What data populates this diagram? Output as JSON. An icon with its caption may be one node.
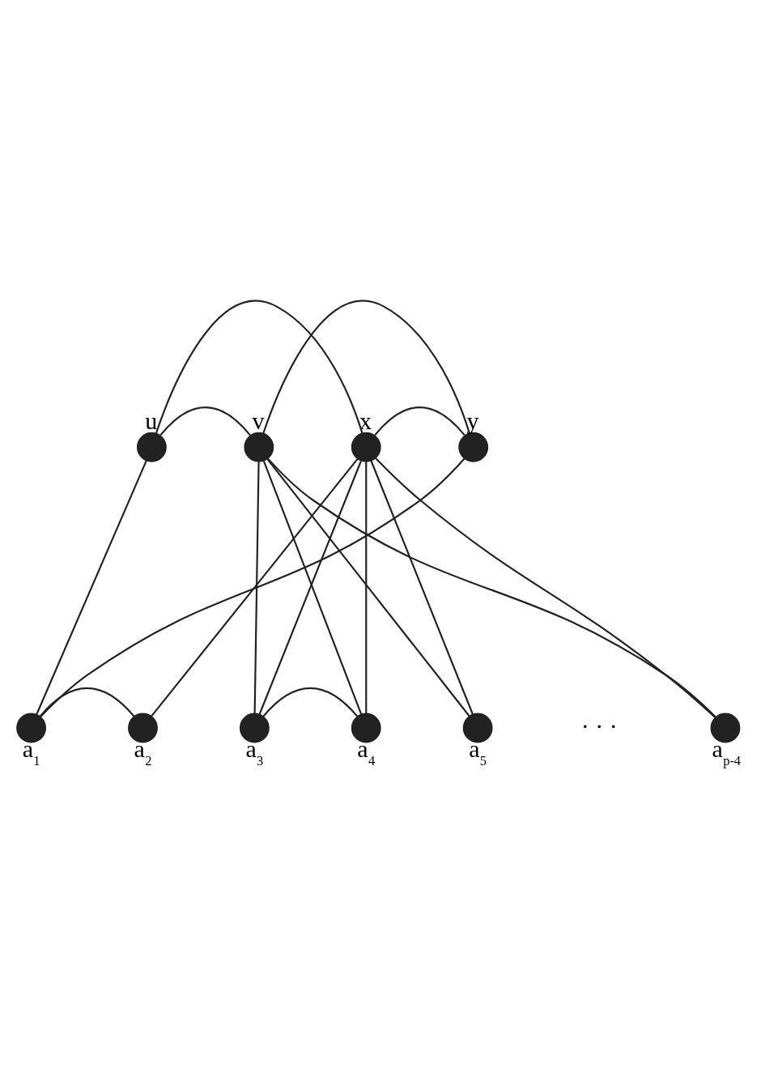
{
  "diagram": {
    "nodes": [
      {
        "text": [],
        "shape": "circle",
        "beside": [
          "u"
        ]
      },
      {
        "text": [],
        "shape": "circle",
        "beside": [
          "v"
        ]
      },
      {
        "text": [],
        "shape": "circle",
        "beside": [
          "x"
        ]
      },
      {
        "text": [],
        "shape": "circle",
        "beside": [
          "y"
        ]
      },
      {
        "text": [],
        "shape": "circle",
        "beside": [
          "a$_{1}$"
        ]
      },
      {
        "text": [],
        "shape": "circle",
        "beside": [
          "a$_{2}$"
        ]
      },
      {
        "text": [],
        "shape": "circle",
        "beside": [
          "a$_{3}$"
        ]
      },
      {
        "text": [],
        "shape": "circle",
        "beside": [
          "a$_{4}$"
        ]
      },
      {
        "text": [],
        "shape": "circle",
        "beside": [
          "a$_{5}$"
        ]
      },
      {
        "text": [],
        "shape": "circle",
        "beside": [
          "a$_{p-4}$"
        ]
      }
    ],
    "edges": [
      {
        "from": 0,
        "to": 1,
        "arrow": "none"
      },
      {
        "from": 0,
        "to": 2,
        "arrow": "none"
      },
      {
        "from": 1,
        "to": 3,
        "arrow": "none"
      },
      {
        "from": 2,
        "to": 3,
        "arrow": "none"
      },
      {
        "from": 0,
        "to": 4,
        "arrow": "none"
      },
      {
        "from": 4,
        "to": 5,
        "arrow": "none"
      },
      {
        "from": 4,
        "to": 3,
        "arrow": "none"
      },
      {
        "from": 5,
        "to": 2,
        "arrow": "none"
      },
      {
        "from": 1,
        "to": 6,
        "arrow": "none"
      },
      {
        "from": 1,
        "to": 7,
        "arrow": "none"
      },
      {
        "from": 1,
        "to": 8,
        "arrow": "none"
      },
      {
        "from": 1,
        "to": 9,
        "arrow": "none"
      },
      {
        "from": 2,
        "to": 6,
        "arrow": "none"
      },
      {
        "from": 2,
        "to": 7,
        "arrow": "none"
      },
      {
        "from": 2,
        "to": 8,
        "arrow": "none"
      },
      {
        "from": 2,
        "to": 9,
        "arrow": "none"
      },
      {
        "from": 6,
        "to": 7,
        "arrow": "none"
      }
    ],
    "labels": [
      "· · ·"
    ]
  }
}
